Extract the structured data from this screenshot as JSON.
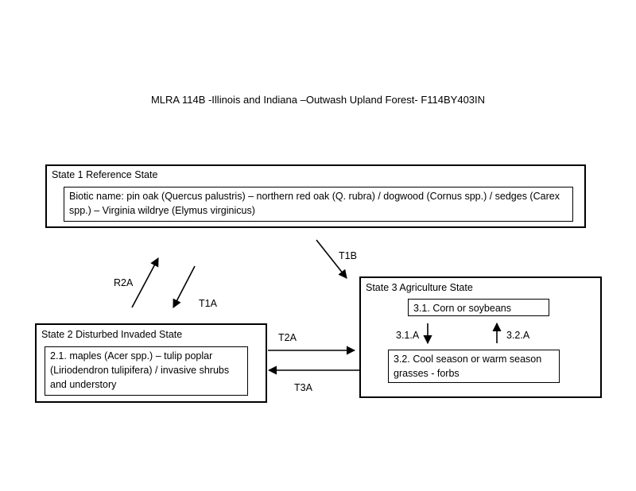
{
  "title": "MLRA 114B -Illinois and Indiana –Outwash Upland Forest- F114BY403IN",
  "state1": {
    "title": "State 1 Reference State",
    "community": "Biotic name:  pin oak (Quercus palustris) – northern red oak (Q. rubra)  / dogwood (Cornus spp.) / sedges (Carex spp.) – Virginia wildrye (Elymus virginicus)"
  },
  "state2": {
    "title": "State 2 Disturbed Invaded State",
    "community": "2.1. maples (Acer spp.) – tulip poplar (Liriodendron tulipifera) / invasive shrubs and understory"
  },
  "state3": {
    "title": "State 3  Agriculture State",
    "community1": "3.1. Corn or soybeans",
    "community2": "3.2. Cool season or warm season grasses - forbs"
  },
  "transitions": {
    "t1a": "T1A",
    "r2a": "R2A",
    "t1b": "T1B",
    "t2a": "T2A",
    "t3a": "T3A",
    "p31a": "3.1.A",
    "p32a": "3.2.A"
  }
}
